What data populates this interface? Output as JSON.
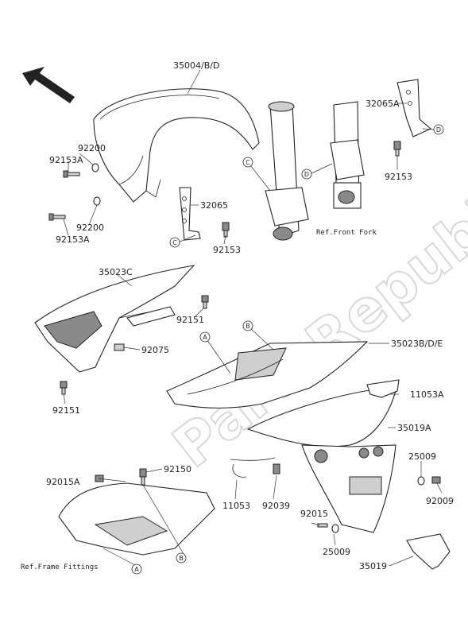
{
  "watermark": "PartsRepublik",
  "labels": {
    "l35004": "35004/B/D",
    "l32065A": "32065A",
    "l92200a": "92200",
    "l92153Aa": "92153A",
    "l92200b": "92200",
    "l92153Ab": "92153A",
    "l32065": "32065",
    "l92153a": "92153",
    "l92153b": "92153",
    "l35023C": "35023C",
    "l92151a": "92151",
    "l92075": "92075",
    "l92151b": "92151",
    "l35023B": "35023B/D/E",
    "l11053A": "11053A",
    "l35019A": "35019A",
    "l25009a": "25009",
    "l92009": "92009",
    "l92015A": "92015A",
    "l92150": "92150",
    "l11053": "11053",
    "l92039": "92039",
    "l92015": "92015",
    "l25009b": "25009",
    "l35019": "35019"
  },
  "refs": {
    "front_fork": "Ref.Front Fork",
    "frame_fittings": "Ref.Frame Fittings"
  },
  "callouts": {
    "A": "A",
    "B": "B",
    "C": "C",
    "D": "D"
  }
}
